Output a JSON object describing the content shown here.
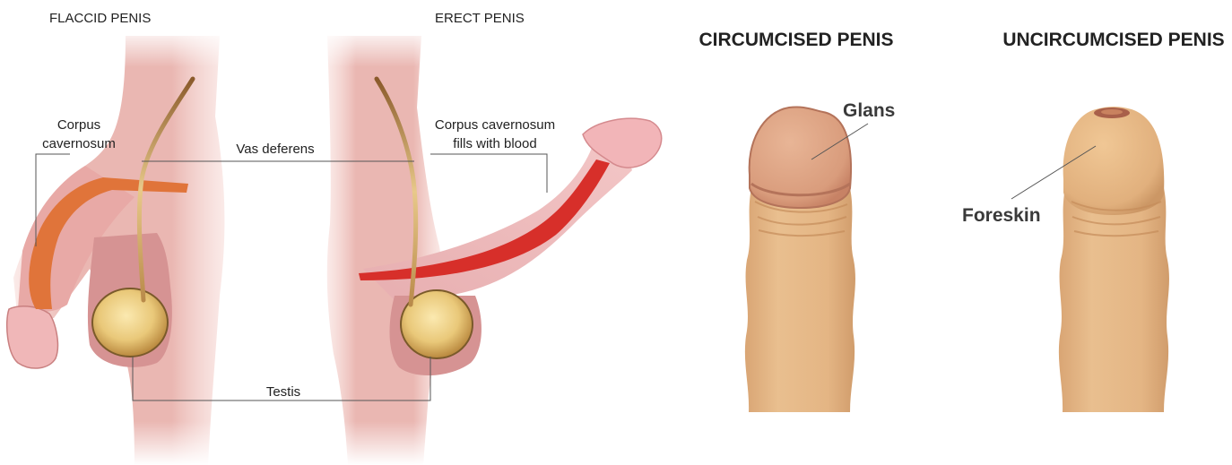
{
  "panels": {
    "flaccid": {
      "title": "FLACCID PENIS"
    },
    "erect": {
      "title": "ERECT PENIS"
    },
    "circumcised": {
      "title": "CIRCUMCISED PENIS"
    },
    "uncircumcised": {
      "title": "UNCIRCUMCISED PENIS"
    }
  },
  "labels": {
    "corpus_cavernosum_line1": "Corpus",
    "corpus_cavernosum_line2": "cavernosum",
    "vas_deferens": "Vas deferens",
    "corpus_fills_line1": "Corpus cavernosum",
    "corpus_fills_line2": "fills with blood",
    "testis": "Testis",
    "glans": "Glans",
    "foreskin": "Foreskin"
  },
  "colors": {
    "body_fill": "#f2c9c4",
    "skin_pink": "#e7a6a3",
    "corpus_orange": "#e07a3f",
    "corpus_red": "#d9342e",
    "testis_gold": "#e9c879",
    "tan_skin": "#e0b07e",
    "glans_pink": "#d9a083"
  }
}
